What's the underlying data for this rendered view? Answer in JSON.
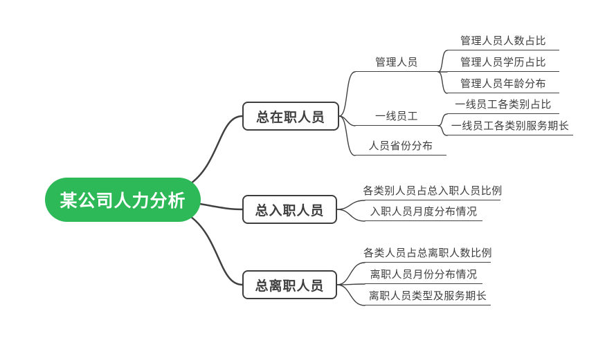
{
  "root": {
    "label": "某公司人力分析"
  },
  "branches": [
    {
      "label": "总在职人员",
      "children": [
        {
          "label": "管理人员",
          "children": [
            "管理人员人数占比",
            "管理人员学历占比",
            "管理人员年龄分布"
          ]
        },
        {
          "label": "一线员工",
          "children": [
            "一线员工各类别占比",
            "一线员工各类别服务期长"
          ]
        },
        {
          "label": "人员省份分布",
          "children": []
        }
      ]
    },
    {
      "label": "总入职人员",
      "children": [
        {
          "label": "各类别人员占总入职人员比例",
          "children": []
        },
        {
          "label": "入职人员月度分布情况",
          "children": []
        }
      ]
    },
    {
      "label": "总离职人员",
      "children": [
        {
          "label": "各类人员占总离职人数比例",
          "children": []
        },
        {
          "label": "离职人员月份分布情况",
          "children": []
        },
        {
          "label": "离职人员类型及服务期长",
          "children": []
        }
      ]
    }
  ],
  "colors": {
    "root_bg": "#2eb958",
    "root_text": "#ffffff",
    "line": "#404040",
    "node_border": "#3d3d3d",
    "node_text": "#3d3d3d",
    "canvas_bg": "#ffffff"
  }
}
